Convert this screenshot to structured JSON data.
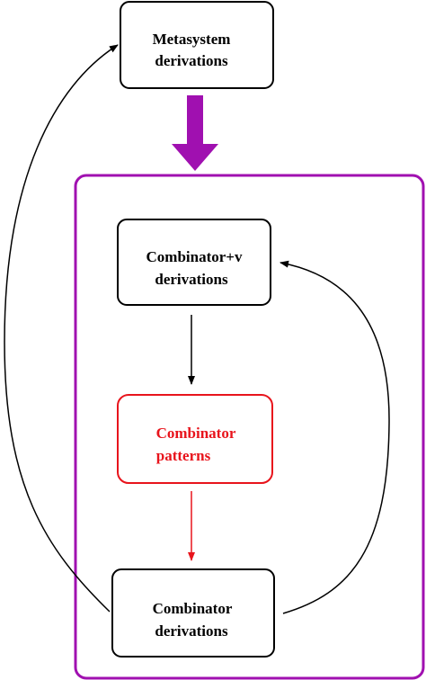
{
  "colors": {
    "stroke": "#000000",
    "accent": "#a010b0",
    "highlight": "#e8141c",
    "background": "#ffffff"
  },
  "nodes": {
    "metasystem": {
      "line1": "Metasystem",
      "line2": "derivations"
    },
    "combinator_v": {
      "line1": "Combinator+v",
      "line2": "derivations"
    },
    "patterns": {
      "line1": "Combinator",
      "line2": "patterns"
    },
    "combinator": {
      "line1": "Combinator",
      "line2": "derivations"
    }
  }
}
